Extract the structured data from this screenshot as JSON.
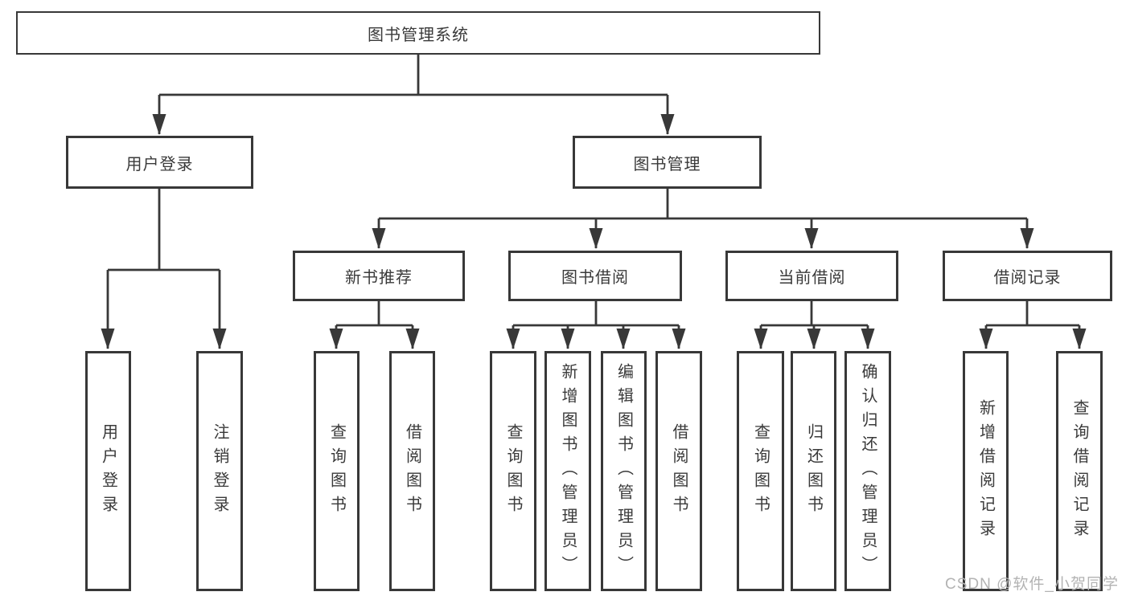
{
  "tree": {
    "root": {
      "label": "图书管理系统"
    },
    "login": {
      "label": "用户登录",
      "children": [
        {
          "label": "用户登录"
        },
        {
          "label": "注销登录"
        }
      ]
    },
    "management": {
      "label": "图书管理"
    },
    "new_books": {
      "label": "新书推荐",
      "children": [
        {
          "label": "查询图书"
        },
        {
          "label": "借阅图书"
        }
      ]
    },
    "borrowing": {
      "label": "图书借阅",
      "children": [
        {
          "label": "查询图书"
        },
        {
          "label": "新增图书（管理员）"
        },
        {
          "label": "编辑图书（管理员）"
        },
        {
          "label": "借阅图书"
        }
      ]
    },
    "current": {
      "label": "当前借阅",
      "children": [
        {
          "label": "查询图书"
        },
        {
          "label": "归还图书"
        },
        {
          "label": "确认归还（管理员）"
        }
      ]
    },
    "records": {
      "label": "借阅记录",
      "children": [
        {
          "label": "新增借阅记录"
        },
        {
          "label": "查询借阅记录"
        }
      ]
    }
  },
  "watermark": "CSDN @软件_小贺同学",
  "colors": {
    "line": "#383838",
    "text": "#3a3a3a",
    "background": "#ffffff",
    "watermark": "#b3b3b3"
  }
}
